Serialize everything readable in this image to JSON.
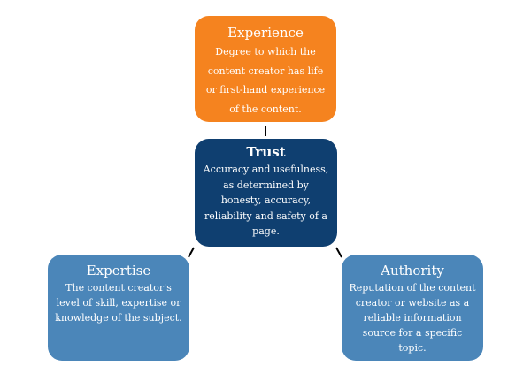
{
  "diagram": {
    "experience": {
      "title": "Experience",
      "description": "Degree to which the content creator has life or first-hand experience of the content.",
      "color": "#f5831f"
    },
    "trust": {
      "title": "Trust",
      "description": "Accuracy and usefulness, as determined by honesty, accuracy, reliability and safety of a page.",
      "color": "#0f3f70"
    },
    "expertise": {
      "title": "Expertise",
      "description": "The content creator's level of skill, expertise or knowledge of the subject.",
      "color": "#4b86b9"
    },
    "authority": {
      "title": "Authority",
      "description": "Reputation of the content creator or website as a reliable information source for a specific topic.",
      "color": "#4b86b9"
    }
  }
}
